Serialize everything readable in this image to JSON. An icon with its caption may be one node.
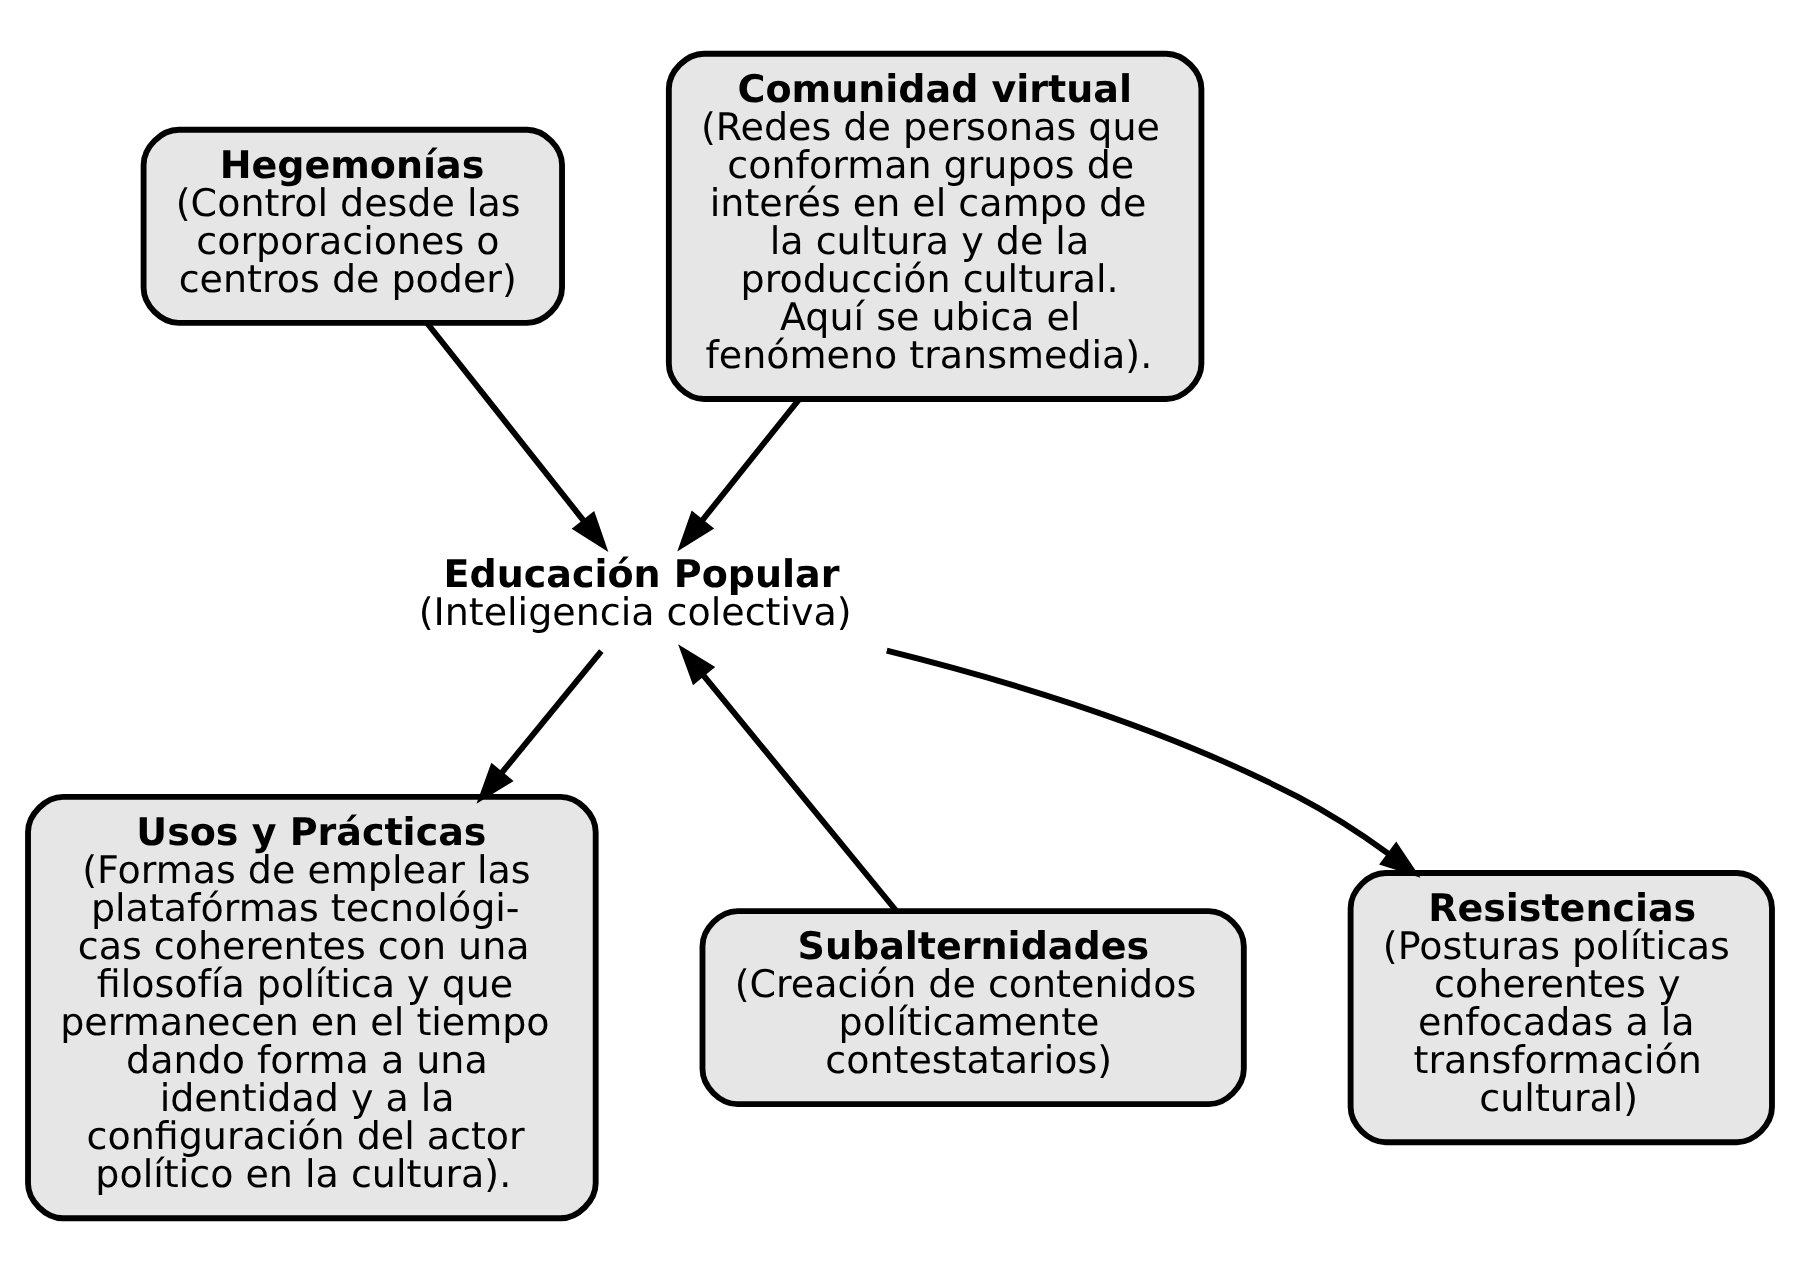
{
  "diagram": {
    "nodes": [
      {
        "text": [
          "Hegemonías",
          "(Control desde las corporaciones o centros de poder)"
        ]
      },
      {
        "text": [
          "Comunidad virtual",
          "(Redes de personas que conforman grupos de interés en el campo de la cultura y de la producción cultural. Aquí se ubica el fenómeno transmedia)."
        ]
      },
      {
        "text": [
          "Usos y Prácticas",
          "(Formas de emplear las platafórmas tecnológi-cas coherentes con una filosofía política y que permanecen en el tiempo dando forma a una identidad y a la configuración del actor político en la cultura)."
        ]
      },
      {
        "text": [
          "Educación Popular",
          "(Inteligencia colectiva)"
        ]
      },
      {
        "text": [
          "Resistencias",
          "(Posturas políticas coherentes y enfocadas a la transformación cultural)"
        ]
      },
      {
        "text": [
          "Subalternidades",
          "(Creación de contenidos políticamente contestatarios)"
        ]
      }
    ],
    "edges": [
      {
        "from": 0,
        "to": 3,
        "arrow": "to"
      },
      {
        "from": 1,
        "to": 3,
        "arrow": "to"
      },
      {
        "from": 3,
        "to": 2,
        "arrow": "to"
      },
      {
        "from": 3,
        "to": 4,
        "arrow": "to"
      },
      {
        "from": 5,
        "to": 3,
        "arrow": "to"
      }
    ]
  }
}
